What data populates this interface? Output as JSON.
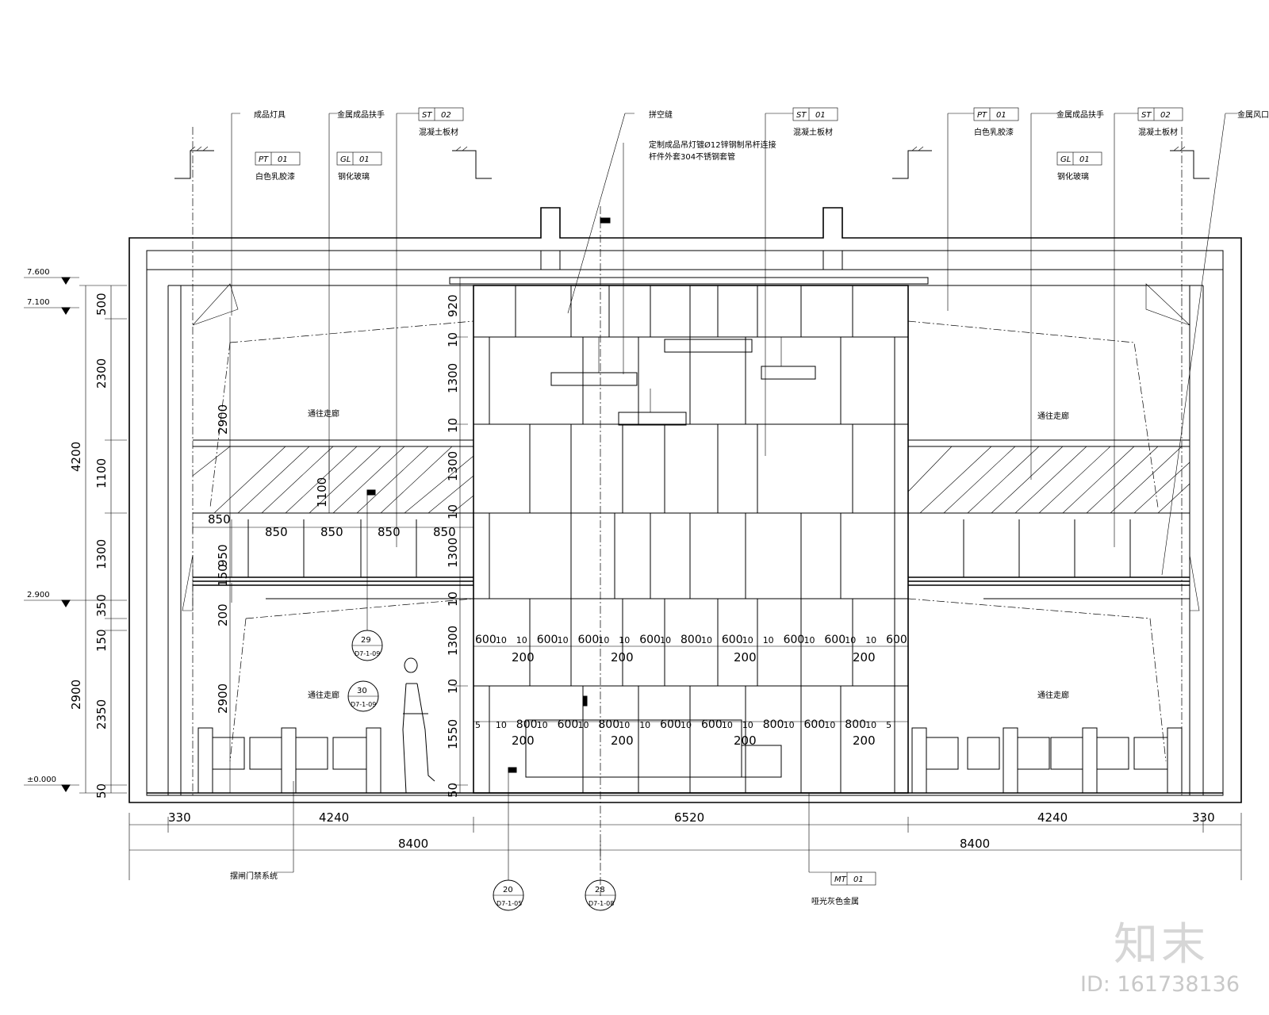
{
  "annotations": {
    "top_left_1": "成品灯具",
    "top_left_2": "金属成品扶手",
    "top_mid_1": "拼空缝",
    "top_mid_2": "定制成品吊灯镀Ø12锌钢制吊杆连接",
    "top_mid_3": "杆件外套304不锈钢套管",
    "top_right_1": "金属成品扶手",
    "top_right_2": "金属风口",
    "bottom_left": "摆闸门禁系统",
    "bottom_right": "哑光灰色金属",
    "corridor": "通往走廊"
  },
  "material_tags": [
    {
      "code": "PT",
      "num": "01",
      "desc": "白色乳胶漆"
    },
    {
      "code": "GL",
      "num": "01",
      "desc": "钢化玻璃"
    },
    {
      "code": "ST",
      "num": "02",
      "desc": "混凝土板材"
    },
    {
      "code": "ST",
      "num": "01",
      "desc": "混凝土板材"
    },
    {
      "code": "PT",
      "num": "01",
      "desc": "白色乳胶漆"
    },
    {
      "code": "GL",
      "num": "01",
      "desc": "钢化玻璃"
    },
    {
      "code": "ST",
      "num": "02",
      "desc": "混凝土板材"
    },
    {
      "code": "MT",
      "num": "01",
      "desc": "哑光灰色金属"
    }
  ],
  "levels": [
    "7.600",
    "7.100",
    "2.900",
    "±0.000"
  ],
  "left_dims": {
    "outer": [
      "4200",
      "2900"
    ],
    "inner": [
      "500",
      "2300",
      "1100",
      "1300",
      "350",
      "150",
      "2350",
      "50"
    ]
  },
  "left_wall_dims": [
    "2900",
    "1100",
    "950",
    "150",
    "200",
    "2900"
  ],
  "center_vertical_dims": [
    "920",
    "10",
    "1300",
    "10",
    "1300",
    "10",
    "1300",
    "10",
    "1300",
    "10",
    "1550",
    "50"
  ],
  "railing_dims": [
    "850",
    "850",
    "850",
    "850",
    "850"
  ],
  "center_row_dims": [
    "600",
    "10",
    "10",
    "600",
    "10",
    "600",
    "10",
    "10",
    "600",
    "10",
    "800",
    "10",
    "600",
    "10",
    "10",
    "600",
    "10",
    "600",
    "10",
    "10",
    "600"
  ],
  "center_row_subs": [
    "200",
    "200",
    "200",
    "200"
  ],
  "bottom_row_dims": [
    "5",
    "10",
    "800",
    "10",
    "600",
    "10",
    "800",
    "10",
    "10",
    "600",
    "10",
    "600",
    "10",
    "10",
    "800",
    "10",
    "600",
    "10",
    "800",
    "10",
    "5"
  ],
  "bottom_row_subs": [
    "200",
    "200",
    "200",
    "200"
  ],
  "horizontal_dims": {
    "segments": [
      "330",
      "4240",
      "6520",
      "4240",
      "330"
    ],
    "totals": [
      "8400",
      "8400"
    ]
  },
  "detail_callouts": [
    {
      "num": "29",
      "ref": "D7-1-09"
    },
    {
      "num": "30",
      "ref": "D7-1-09"
    },
    {
      "num": "20",
      "ref": "D7-1-05"
    },
    {
      "num": "28",
      "ref": "D7-1-08"
    }
  ],
  "watermark": {
    "logo": "知末",
    "id": "ID: 161738136"
  }
}
